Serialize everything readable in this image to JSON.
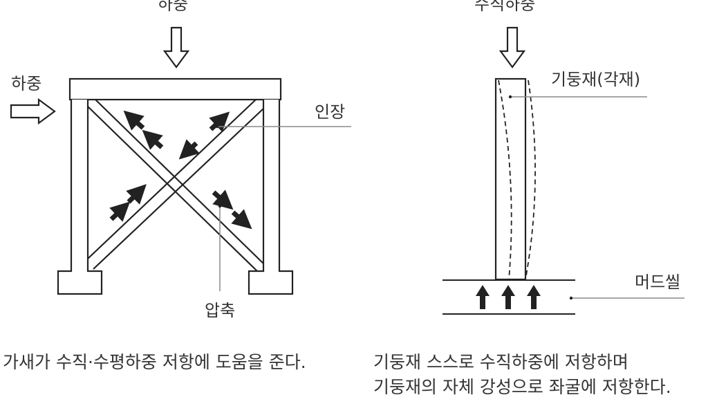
{
  "left_figure": {
    "labels": {
      "top_load": "하중",
      "side_load": "하중",
      "tension": "인장",
      "compression": "압축"
    },
    "caption": "가새가 수직·수평하중 저항에 도움을 준다."
  },
  "right_figure": {
    "labels": {
      "vertical_load": "수직하중",
      "column": "기둥재(각재)",
      "sill": "머드씰"
    },
    "caption_line1": "기둥재 스스로 수직하중에 저항하며",
    "caption_line2": "기둥재의 자체 강성으로 좌굴에 저항한다."
  },
  "colors": {
    "stroke": "#222222",
    "leader": "#888888",
    "arrow_fill": "#222222"
  }
}
